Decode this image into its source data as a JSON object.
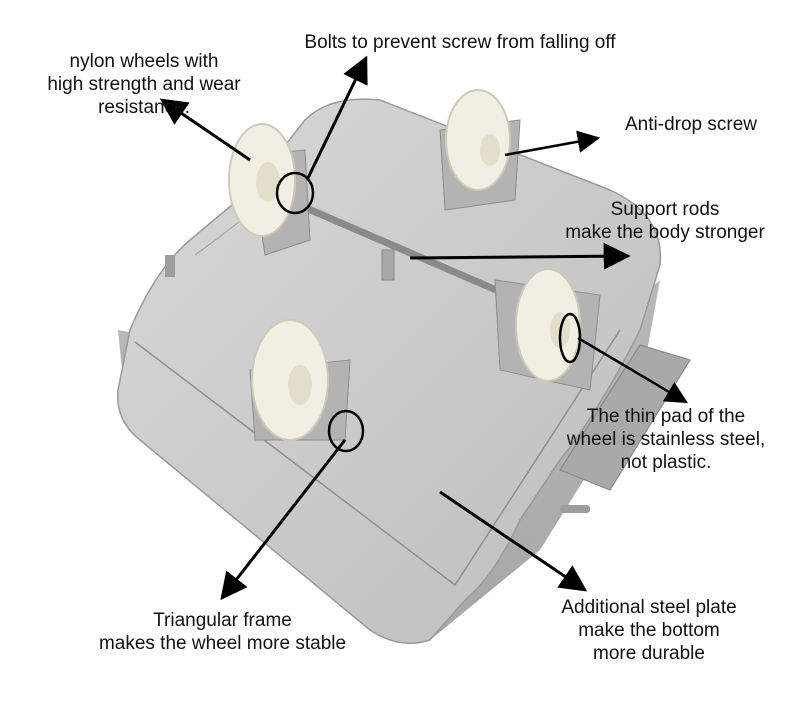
{
  "annotations": {
    "nylon_wheels": [
      "nylon wheels with",
      "high strength and wear",
      "resistance."
    ],
    "bolts": [
      "Bolts to prevent screw from falling off"
    ],
    "anti_drop": [
      "Anti-drop screw"
    ],
    "support_rods": [
      "Support rods",
      "make the body stronger"
    ],
    "thin_pad": [
      "The thin pad of the",
      "wheel is stainless steel,",
      "not plastic."
    ],
    "triangular_frame": [
      "Triangular frame",
      "makes the wheel more stable"
    ],
    "steel_plate": [
      "Additional steel plate",
      "make the  bottom",
      "more durable"
    ]
  },
  "colors": {
    "body": "#c9c9c9",
    "wheel": "#f1eee4",
    "text": "#111111",
    "background": "#ffffff"
  }
}
